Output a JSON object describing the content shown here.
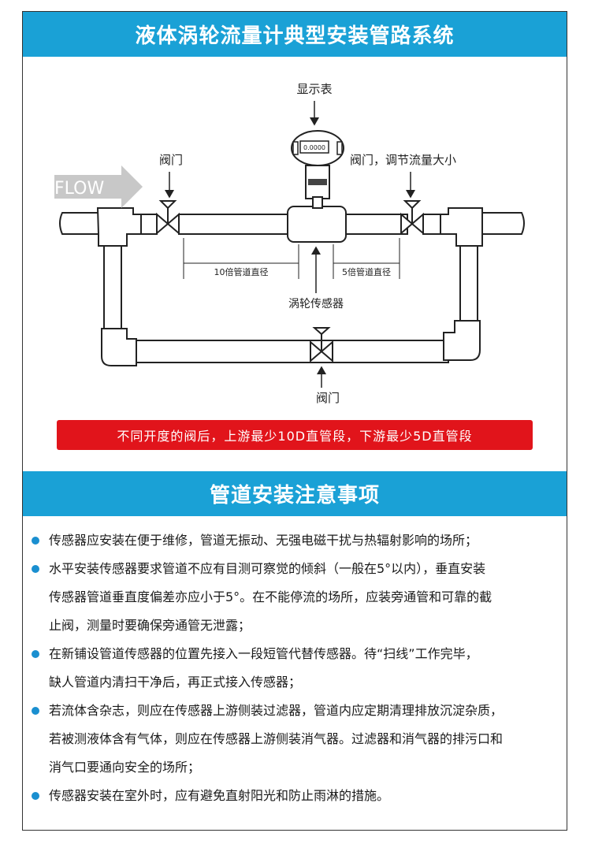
{
  "header": {
    "title": "液体涡轮流量计典型安装管路系统"
  },
  "diagram": {
    "flow_label": "FLOW",
    "display_label": "显示表",
    "display_reading": "0.0000",
    "valve_left_label": "阀门",
    "valve_right_label": "阀门，调节流量大小",
    "upstream_label": "10倍管道直径",
    "downstream_label": "5倍管道直径",
    "sensor_label": "涡轮传感器",
    "valve_bottom_label": "阀门"
  },
  "warning": {
    "text": "不同开度的阀后，上游最少10D直管段，下游最少5D直管段"
  },
  "notes_header": {
    "title": "管道安装注意事项"
  },
  "notes": [
    {
      "lines": [
        "传感器应安装在便于维修，管道无振动、无强电磁干扰与热辐射影响的场所；"
      ]
    },
    {
      "lines": [
        "水平安装传感器要求管道不应有目测可察觉的倾斜（一般在5°以内），垂直安装",
        "传感器管道垂直度偏差亦应小于5°。在不能停流的场所，应装旁通管和可靠的截",
        "止阀，测量时要确保旁通管无泄露；"
      ]
    },
    {
      "lines": [
        "在新铺设管道传感器的位置先接入一段短管代替传感器。待“扫线”工作完毕，",
        "缺人管道内清扫干净后，再正式接入传感器；"
      ]
    },
    {
      "lines": [
        "若流体含杂志，则应在传感器上游侧装过滤器，管道内应定期清理排放沉淀杂质，",
        "若被测液体含有气体，则应在传感器上游侧装消气器。过滤器和消气器的排污口和",
        "消气口要通向安全的场所；"
      ]
    },
    {
      "lines": [
        "传感器安装在室外时，应有避免直射阳光和防止雨淋的措施。"
      ]
    }
  ],
  "colors": {
    "header_band": "#1aa1d6",
    "warning_bar": "#e1141b",
    "bullet": "#1a8fd0"
  }
}
